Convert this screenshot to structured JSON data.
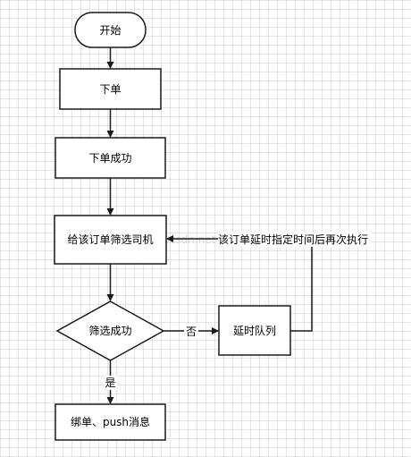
{
  "nodes": {
    "start": "开始",
    "order": "下单",
    "order_success": "下单成功",
    "filter_driver": "给该订单筛选司机",
    "filter_success": "筛选成功",
    "delay_queue": "延时队列",
    "bind_push": "绑单、push消息"
  },
  "edges": {
    "no": "否",
    "yes": "是",
    "retry": "该订单延时指定时间后再次执行"
  },
  "watermark": "blog.csdn.net",
  "colors": {
    "stroke": "#1a1a1a",
    "fill": "#ffffff",
    "grid": "#e3e3e3"
  }
}
